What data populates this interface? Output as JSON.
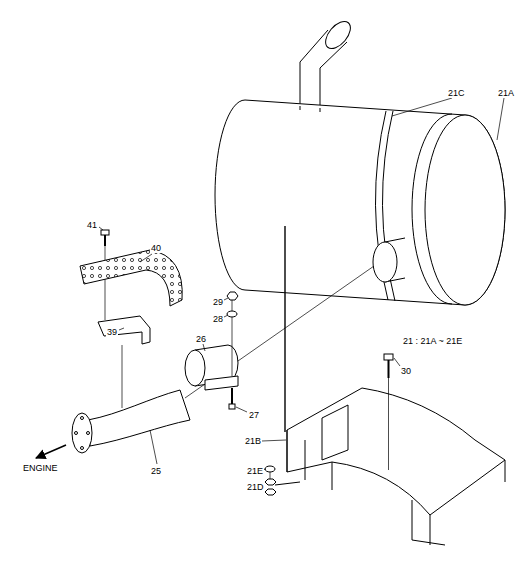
{
  "diagram": {
    "labels": [
      "41",
      "40",
      "39",
      "29",
      "28",
      "26",
      "27",
      "25",
      "ENGINE",
      "21C",
      "21A",
      "21 : 21A ~ 21E",
      "30",
      "21B",
      "21E",
      "21D"
    ]
  }
}
